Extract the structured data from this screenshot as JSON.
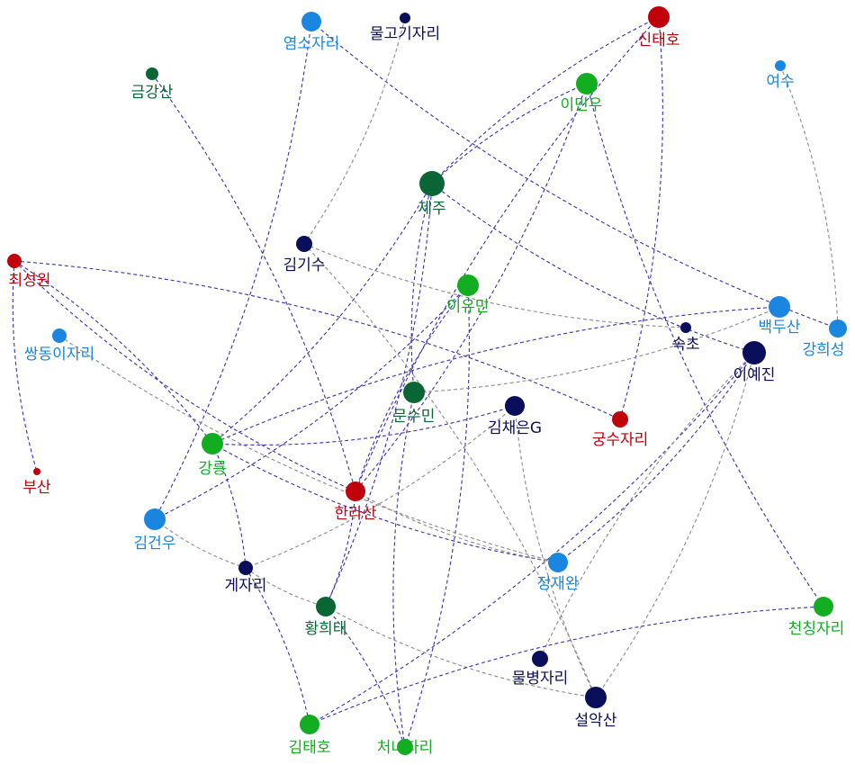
{
  "graph": {
    "colors": {
      "dark_navy": "#0a0f5c",
      "dark_green": "#0b6635",
      "red": "#c0000b",
      "bright_green": "#12ad21",
      "blue": "#1a86e0",
      "edge_purple": "#3a2fb5",
      "edge_gray": "#8c8c8c"
    },
    "nodes": [
      {
        "id": "n1",
        "label": "염소자리",
        "color": "blue"
      },
      {
        "id": "n2",
        "label": "물고기자리",
        "color": "dark_navy"
      },
      {
        "id": "n3",
        "label": "신태호",
        "color": "red"
      },
      {
        "id": "n4",
        "label": "금강산",
        "color": "dark_green"
      },
      {
        "id": "n5",
        "label": "이민우",
        "color": "bright_green"
      },
      {
        "id": "n6",
        "label": "여수",
        "color": "blue"
      },
      {
        "id": "n7",
        "label": "제주",
        "color": "dark_green"
      },
      {
        "id": "n8",
        "label": "김기수",
        "color": "dark_navy"
      },
      {
        "id": "n9",
        "label": "최성원",
        "color": "red"
      },
      {
        "id": "n10",
        "label": "이유민",
        "color": "bright_green"
      },
      {
        "id": "n11",
        "label": "속초",
        "color": "dark_navy"
      },
      {
        "id": "n12",
        "label": "백두산",
        "color": "blue"
      },
      {
        "id": "n13",
        "label": "강희성",
        "color": "blue"
      },
      {
        "id": "n14",
        "label": "쌍동이자리",
        "color": "blue"
      },
      {
        "id": "n15",
        "label": "이예진",
        "color": "dark_navy"
      },
      {
        "id": "n16",
        "label": "문수민",
        "color": "dark_green"
      },
      {
        "id": "n17",
        "label": "김채은G",
        "color": "dark_navy"
      },
      {
        "id": "n18",
        "label": "궁수자리",
        "color": "red"
      },
      {
        "id": "n19",
        "label": "강릉",
        "color": "bright_green"
      },
      {
        "id": "n20",
        "label": "부산",
        "color": "red"
      },
      {
        "id": "n21",
        "label": "한라산",
        "color": "red"
      },
      {
        "id": "n22",
        "label": "김건우",
        "color": "blue"
      },
      {
        "id": "n23",
        "label": "정재완",
        "color": "blue"
      },
      {
        "id": "n24",
        "label": "게자리",
        "color": "dark_navy"
      },
      {
        "id": "n25",
        "label": "황희태",
        "color": "dark_green"
      },
      {
        "id": "n26",
        "label": "천칭자리",
        "color": "bright_green"
      },
      {
        "id": "n27",
        "label": "물병자리",
        "color": "dark_navy"
      },
      {
        "id": "n28",
        "label": "설악산",
        "color": "dark_navy"
      },
      {
        "id": "n29",
        "label": "김태호",
        "color": "bright_green"
      },
      {
        "id": "n30",
        "label": "처녀자리",
        "color": "bright_green"
      }
    ],
    "edges": [
      {
        "from": "n1",
        "to": "n22",
        "color": "edge_purple"
      },
      {
        "from": "n1",
        "to": "n13",
        "color": "edge_purple"
      },
      {
        "from": "n2",
        "to": "n8",
        "color": "edge_gray"
      },
      {
        "from": "n3",
        "to": "n7",
        "color": "edge_purple"
      },
      {
        "from": "n3",
        "to": "n18",
        "color": "edge_purple"
      },
      {
        "from": "n3",
        "to": "n21",
        "color": "edge_purple"
      },
      {
        "from": "n4",
        "to": "n21",
        "color": "edge_purple"
      },
      {
        "from": "n5",
        "to": "n7",
        "color": "edge_purple"
      },
      {
        "from": "n5",
        "to": "n21",
        "color": "edge_purple"
      },
      {
        "from": "n5",
        "to": "n26",
        "color": "edge_purple"
      },
      {
        "from": "n6",
        "to": "n13",
        "color": "edge_gray"
      },
      {
        "from": "n7",
        "to": "n16",
        "color": "edge_purple"
      },
      {
        "from": "n7",
        "to": "n19",
        "color": "edge_purple"
      },
      {
        "from": "n7",
        "to": "n15",
        "color": "edge_purple"
      },
      {
        "from": "n7",
        "to": "n25",
        "color": "edge_purple"
      },
      {
        "from": "n8",
        "to": "n11",
        "color": "edge_gray"
      },
      {
        "from": "n8",
        "to": "n28",
        "color": "edge_gray"
      },
      {
        "from": "n9",
        "to": "n20",
        "color": "edge_purple"
      },
      {
        "from": "n9",
        "to": "n18",
        "color": "edge_purple"
      },
      {
        "from": "n9",
        "to": "n21",
        "color": "edge_purple"
      },
      {
        "from": "n10",
        "to": "n22",
        "color": "edge_purple"
      },
      {
        "from": "n10",
        "to": "n21",
        "color": "edge_purple"
      },
      {
        "from": "n10",
        "to": "n30",
        "color": "edge_purple"
      },
      {
        "from": "n12",
        "to": "n19",
        "color": "edge_purple"
      },
      {
        "from": "n12",
        "to": "n16",
        "color": "edge_gray"
      },
      {
        "from": "n14",
        "to": "n23",
        "color": "edge_gray"
      },
      {
        "from": "n15",
        "to": "n29",
        "color": "edge_purple"
      },
      {
        "from": "n15",
        "to": "n27",
        "color": "edge_gray"
      },
      {
        "from": "n15",
        "to": "n28",
        "color": "edge_gray"
      },
      {
        "from": "n16",
        "to": "n30",
        "color": "edge_purple"
      },
      {
        "from": "n17",
        "to": "n19",
        "color": "edge_purple"
      },
      {
        "from": "n17",
        "to": "n28",
        "color": "edge_gray"
      },
      {
        "from": "n17",
        "to": "n24",
        "color": "edge_gray"
      },
      {
        "from": "n19",
        "to": "n23",
        "color": "edge_purple"
      },
      {
        "from": "n19",
        "to": "n24",
        "color": "edge_purple"
      },
      {
        "from": "n21",
        "to": "n23",
        "color": "edge_gray"
      },
      {
        "from": "n21",
        "to": "n25",
        "color": "edge_purple"
      },
      {
        "from": "n22",
        "to": "n24",
        "color": "edge_gray"
      },
      {
        "from": "n24",
        "to": "n29",
        "color": "edge_purple"
      },
      {
        "from": "n24",
        "to": "n25",
        "color": "edge_gray"
      },
      {
        "from": "n25",
        "to": "n30",
        "color": "edge_purple"
      },
      {
        "from": "n25",
        "to": "n28",
        "color": "edge_gray"
      },
      {
        "from": "n29",
        "to": "n26",
        "color": "edge_purple"
      },
      {
        "from": "n23",
        "to": "n15",
        "color": "edge_purple"
      },
      {
        "from": "n9",
        "to": "n19",
        "color": "edge_purple"
      }
    ]
  }
}
